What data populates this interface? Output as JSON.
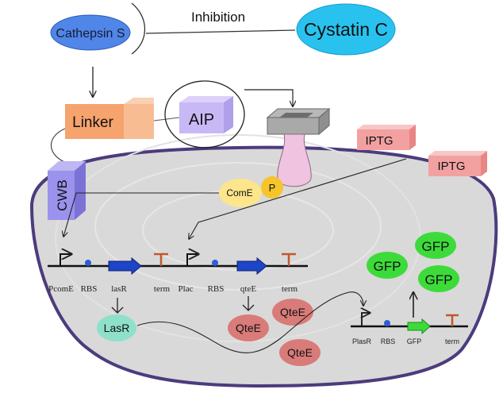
{
  "top": {
    "cathepsin": "Cathepsin S",
    "cystatin": "Cystatin C",
    "inhibition": "Inhibition"
  },
  "display": {
    "linker": "Linker",
    "aip": "AIP",
    "cwb": "CWB"
  },
  "inducers": [
    "IPTG",
    "IPTG"
  ],
  "signal": {
    "come": "ComE",
    "p": "P"
  },
  "operon1": {
    "labels": [
      "PcomE",
      "RBS",
      "lasR",
      "term",
      "Plac",
      "RBS",
      "qteE",
      "term"
    ]
  },
  "proteins": {
    "lasr": "LasR",
    "qtee": [
      "QteE",
      "QteE",
      "QteE"
    ]
  },
  "operon2": {
    "labels": [
      "PlasR",
      "RBS",
      "GFP",
      "term"
    ]
  },
  "gfp": [
    "GFP",
    "GFP",
    "GFP"
  ],
  "colors": {
    "cathepsin": "#4f86e8",
    "cystatin": "#29c2ef",
    "linker": "#f6a36e",
    "cube": "#c9b8f6",
    "cwb": "#9a92ec",
    "iptg": "#f2a0a0",
    "come": "#fde58c",
    "p": "#f7c42c",
    "receptor": "#f0c4e0",
    "cell": "#d9d9d9",
    "cell_border": "#4c3b7d",
    "lasr": "#8ee0c9",
    "qtee": "#d97b79",
    "gfp": "#3ddb3a",
    "cds": "#1e44c7",
    "term": "#c0582e"
  }
}
